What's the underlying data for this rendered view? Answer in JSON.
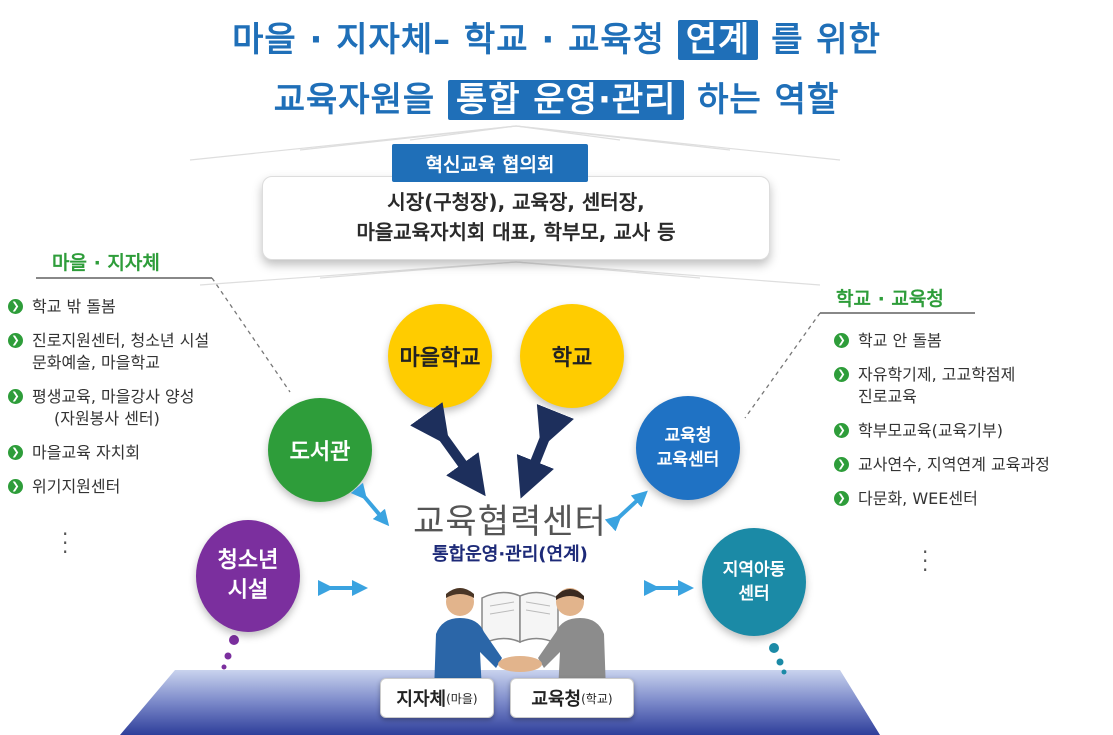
{
  "title": {
    "line1_pre": "마을 · 지자체– 학교 · 교육청",
    "line1_highlight": "연계",
    "line1_post": "를 위한",
    "line2_pre": "교육자원을",
    "line2_highlight": "통합 운영·관리",
    "line2_post": "하는 역할"
  },
  "council": {
    "label": "혁신교육 협의회",
    "members_line1": "시장(구청장), 교육장, 센터장,",
    "members_line2": "마을교육자치회 대표, 학부모, 교사 등"
  },
  "left_panel": {
    "title": "마을 · 지자체",
    "items": [
      {
        "line1": "학교 밖 돌봄",
        "line2": ""
      },
      {
        "line1": "진로지원센터, 청소년 시설",
        "line2": "문화예술, 마을학교"
      },
      {
        "line1": "평생교육, 마을강사 양성",
        "line2": "(자원봉사 센터)"
      },
      {
        "line1": "마을교육 자치회",
        "line2": ""
      },
      {
        "line1": "위기지원센터",
        "line2": ""
      }
    ]
  },
  "right_panel": {
    "title": "학교 · 교육청",
    "items": [
      {
        "line1": "학교 안 돌봄",
        "line2": ""
      },
      {
        "line1": "자유학기제, 고교학점제",
        "line2": "진로교육"
      },
      {
        "line1": "학부모교육(교육기부)",
        "line2": ""
      },
      {
        "line1": "교사연수, 지역연계 교육과정",
        "line2": ""
      },
      {
        "line1": "다문화, WEE센터",
        "line2": ""
      }
    ]
  },
  "nodes": {
    "village_school": "마을학교",
    "school": "학교",
    "library": "도서관",
    "youth_line1": "청소년",
    "youth_line2": "시설",
    "edu_office_line1": "교육청",
    "edu_office_line2": "교육센터",
    "child_center_line1": "지역아동",
    "child_center_line2": "센터"
  },
  "center": {
    "title": "교육협력센터",
    "subtitle": "통합운영·관리(연계)"
  },
  "platform": {
    "left_label": "지자체",
    "left_small": "(마을)",
    "right_label": "교육청",
    "right_small": "(학교)"
  },
  "colors": {
    "title_blue": "#1f6fb8",
    "yellow": "#ffcc00",
    "green": "#2e9d3a",
    "purple": "#7b2f9e",
    "blue_node": "#1f72c4",
    "teal": "#1b8aa6",
    "navy_arrow": "#1d2f5c",
    "light_arrow": "#3aa3e0"
  },
  "icons": {
    "bullet": "chevron-right-icon",
    "people": "handshake-icon",
    "book": "open-book-icon"
  }
}
